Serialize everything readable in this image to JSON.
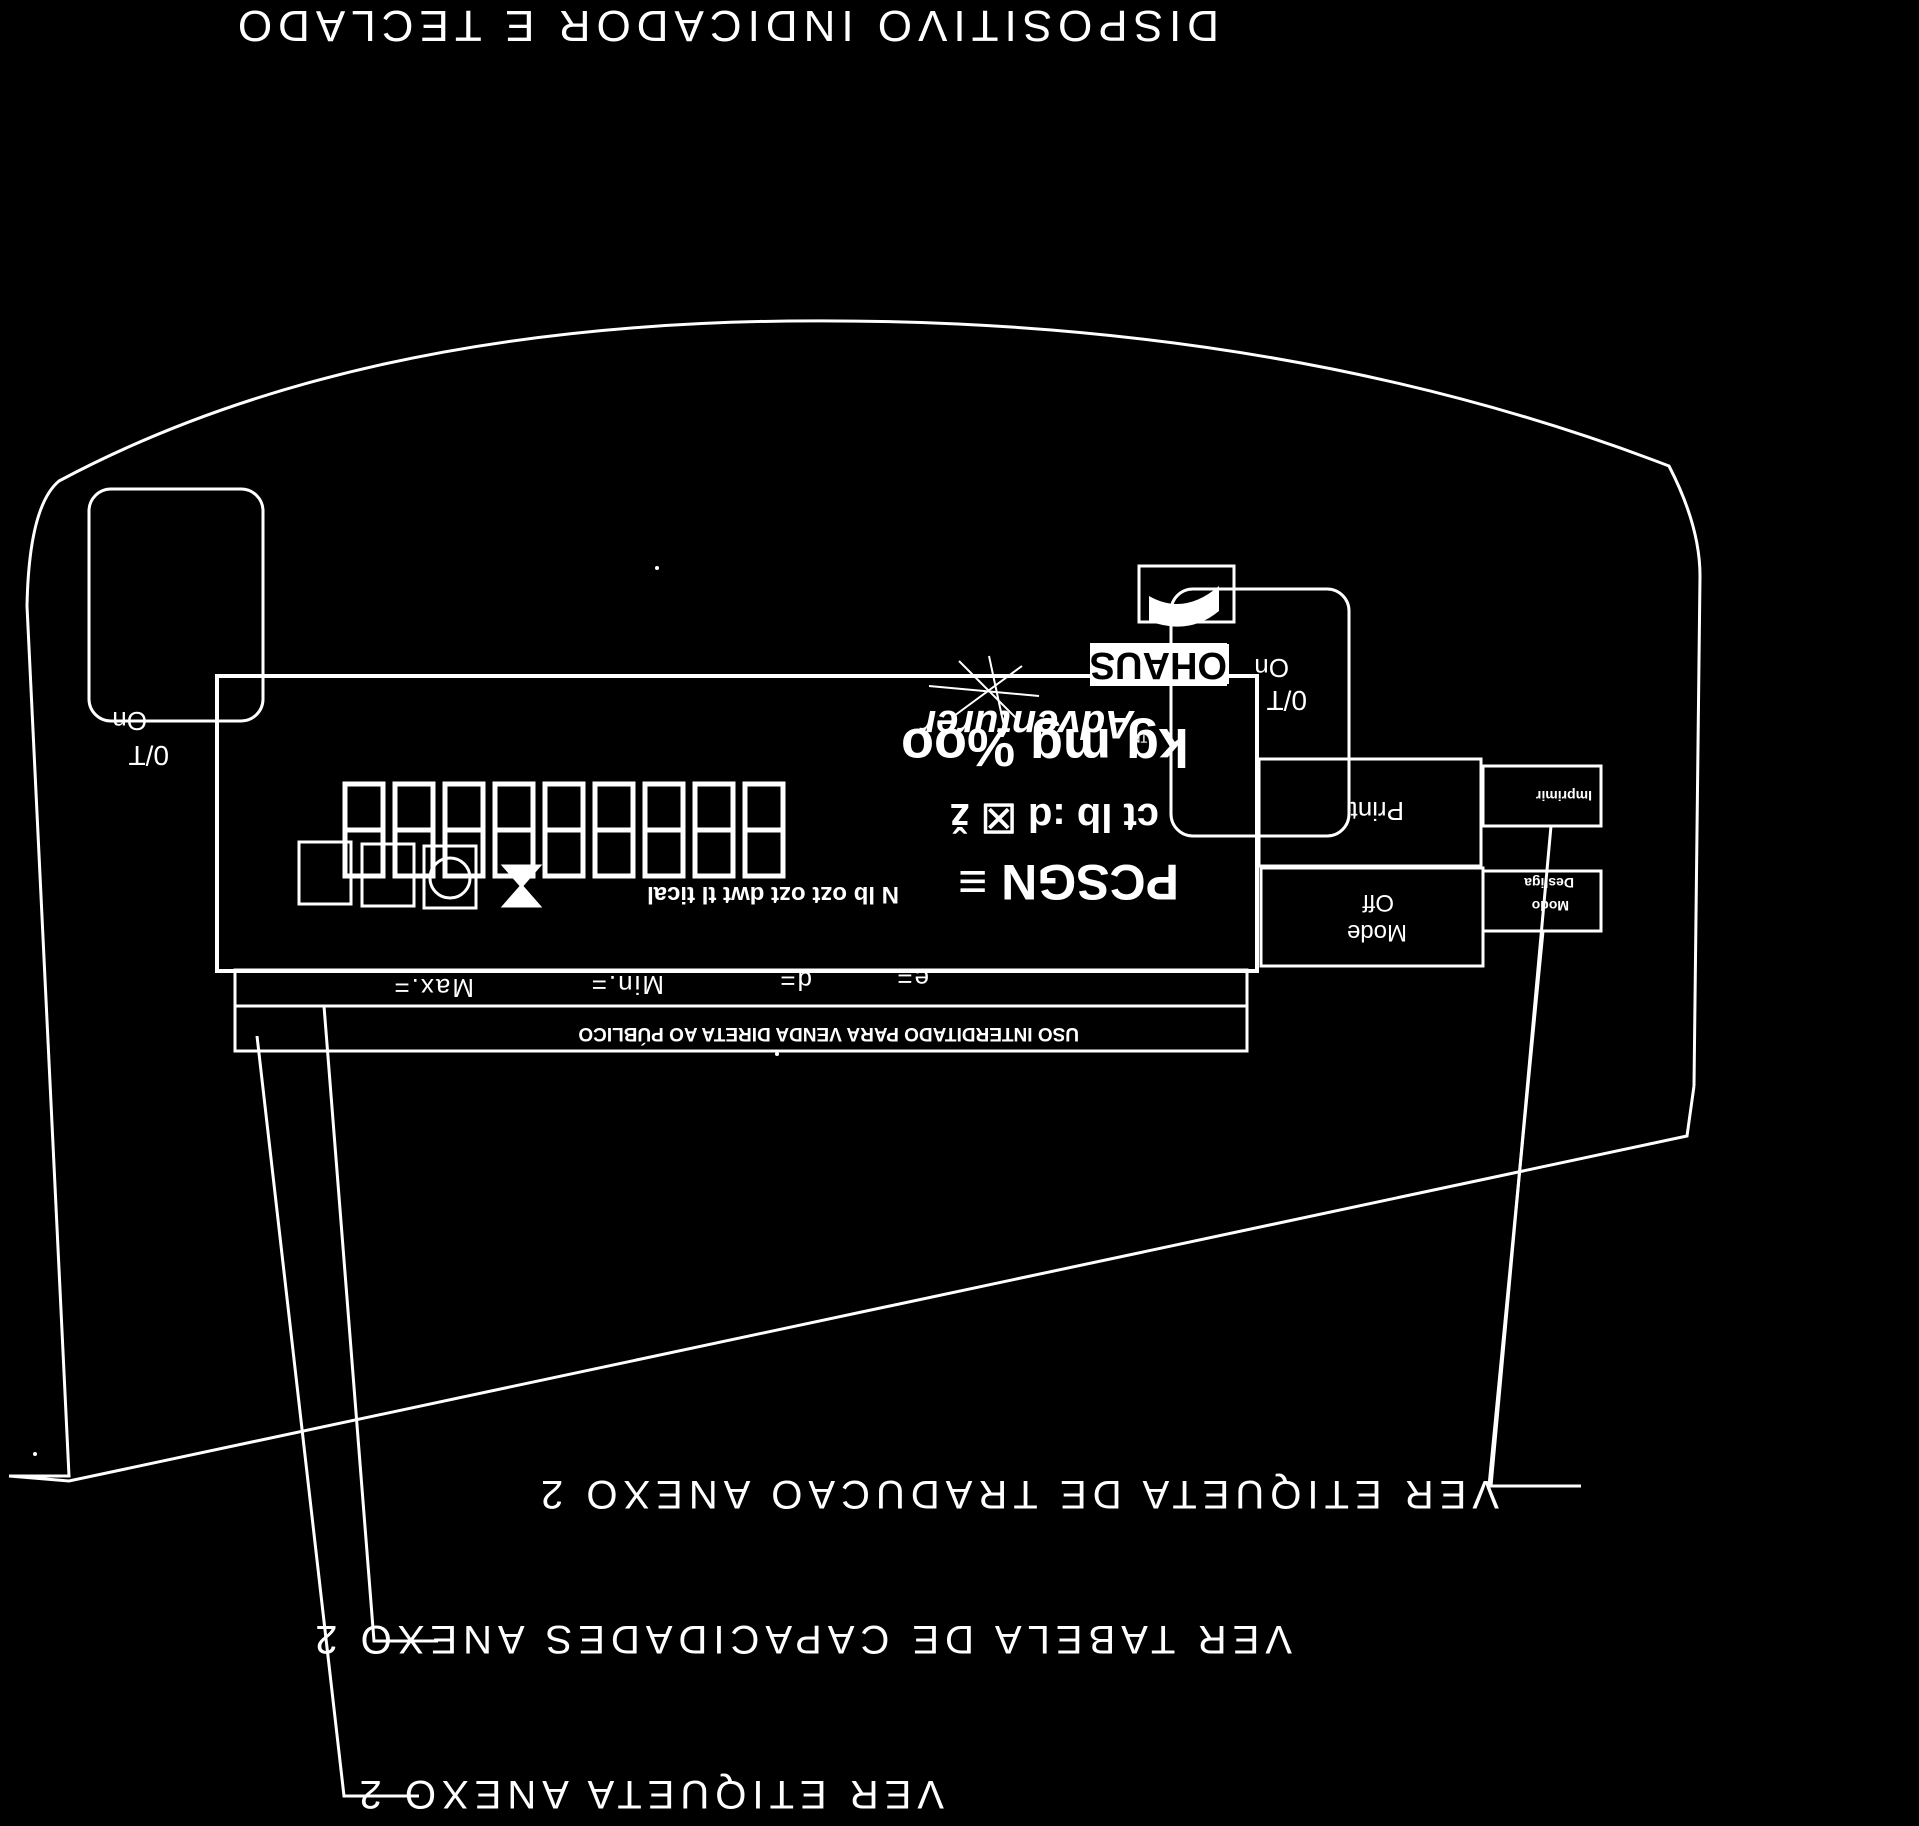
{
  "diagram": {
    "title": "DISPOSITIVO INDICADOR E TECLADO",
    "callouts": [
      "VER ETIQUETA DE TRADUCAO ANEXO 2",
      "VER TABELA DE CAPACIDADES ANEXO 2",
      "VER ETIQUETA ANEXO 2"
    ]
  },
  "device": {
    "brand": "OHAUS",
    "model": "Adventurer",
    "model_mark": "™",
    "left_key": {
      "top": "On",
      "bottom": "0/T"
    },
    "right_key": {
      "top": "On",
      "bottom": "0/T"
    },
    "mode_key": {
      "line1": "Off",
      "line2": "Mode"
    },
    "mode_label": {
      "line1": "Desliga",
      "line2": "Modo"
    },
    "print_key": "Print",
    "print_label": "Imprimir",
    "display": {
      "digits": "888888888",
      "units_row1": "kg mg %oo",
      "units_row2": "ct lb :d ☒ ž",
      "units_row3": "PCSGN ≡",
      "mode_row": "N lb ozt ozt dwt tl tical",
      "annunciator_icons": [
        "wave-icon",
        "dots-icon",
        "target-icon",
        "hourglass-icon"
      ]
    },
    "capacity_labels": [
      "Max.=",
      "Min.=",
      "d=",
      "e="
    ],
    "warning": "USO INTERDITADO PARA VENDA DIRETA AO PÚBLICO"
  },
  "colors": {
    "background": "#000000",
    "ink": "#ffffff"
  }
}
